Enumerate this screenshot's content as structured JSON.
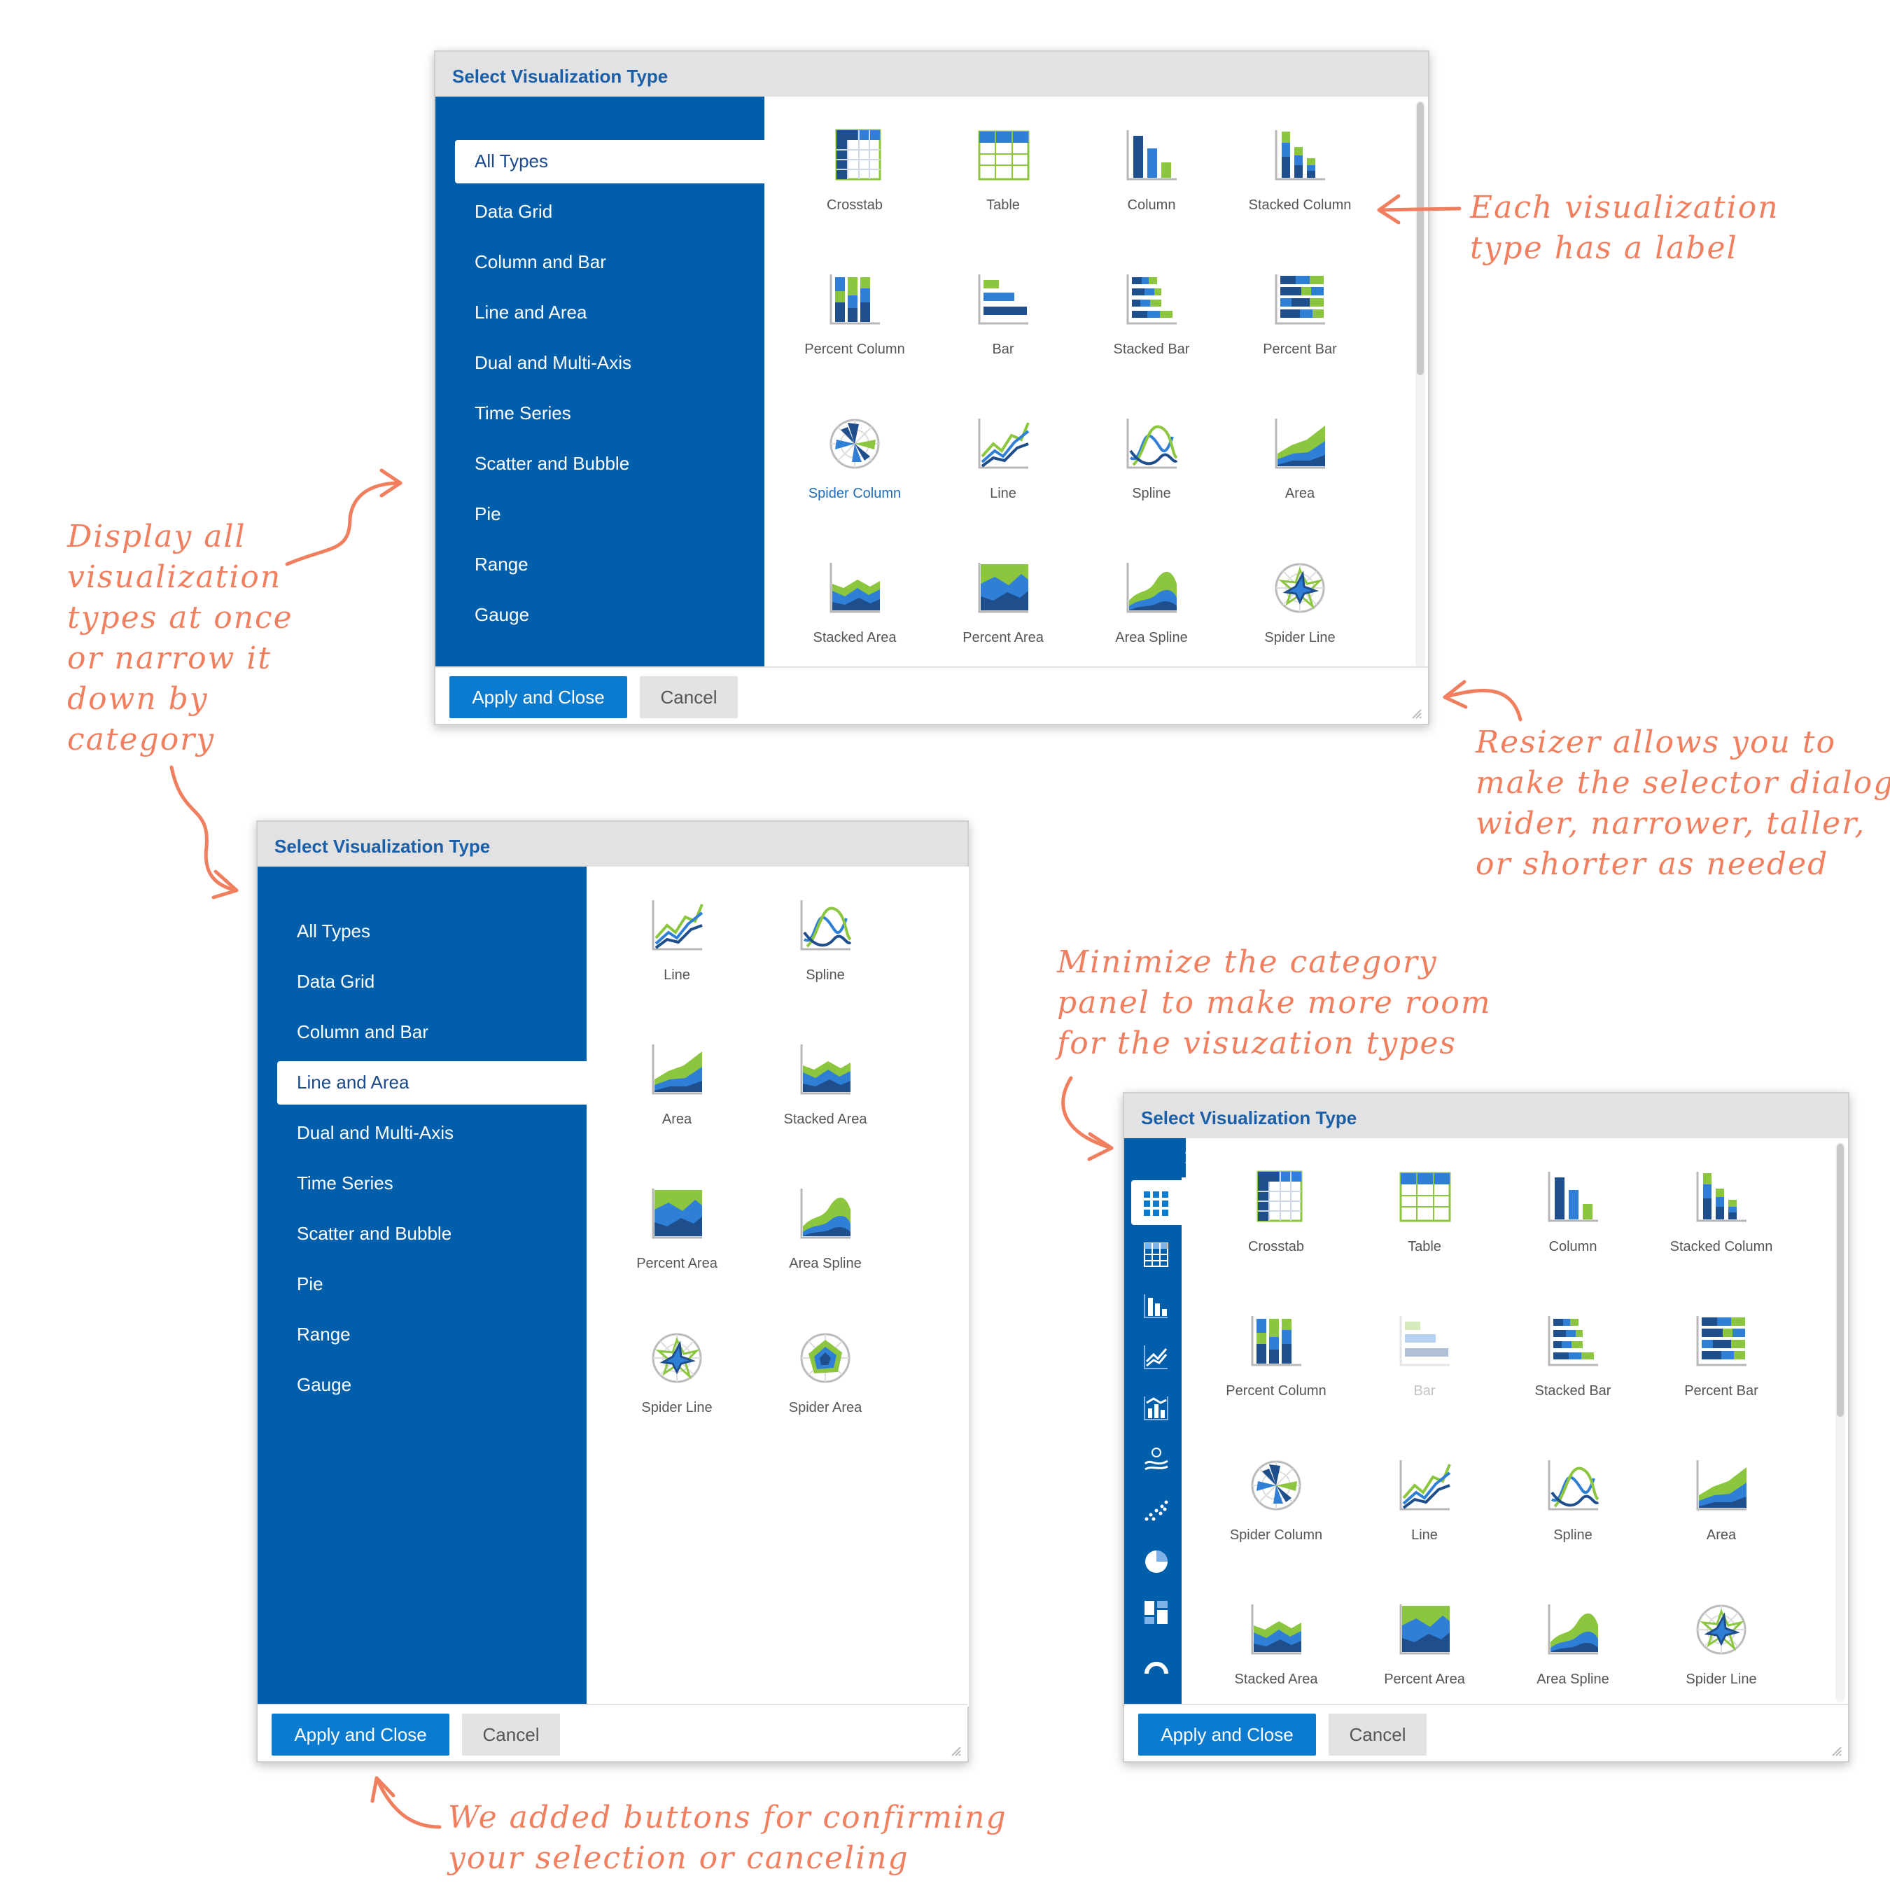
{
  "dialog_title": "Select Visualization Type",
  "buttons": {
    "apply": "Apply and Close",
    "cancel": "Cancel"
  },
  "categories": [
    "All Types",
    "Data Grid",
    "Column and Bar",
    "Line and Area",
    "Dual and Multi-Axis",
    "Time Series",
    "Scatter and Bubble",
    "Pie",
    "Range",
    "Gauge"
  ],
  "dialog1": {
    "selected_category": "All Types",
    "types": [
      {
        "label": "Crosstab",
        "icon": "crosstab-icon"
      },
      {
        "label": "Table",
        "icon": "table-icon"
      },
      {
        "label": "Column",
        "icon": "column-icon"
      },
      {
        "label": "Stacked Column",
        "icon": "stacked-column-icon"
      },
      {
        "label": "Percent Column",
        "icon": "percent-column-icon"
      },
      {
        "label": "Bar",
        "icon": "bar-icon"
      },
      {
        "label": "Stacked Bar",
        "icon": "stacked-bar-icon"
      },
      {
        "label": "Percent Bar",
        "icon": "percent-bar-icon"
      },
      {
        "label": "Spider Column",
        "icon": "spider-column-icon",
        "active": true
      },
      {
        "label": "Line",
        "icon": "line-icon"
      },
      {
        "label": "Spline",
        "icon": "spline-icon"
      },
      {
        "label": "Area",
        "icon": "area-icon"
      },
      {
        "label": "Stacked Area",
        "icon": "stacked-area-icon"
      },
      {
        "label": "Percent Area",
        "icon": "percent-area-icon"
      },
      {
        "label": "Area Spline",
        "icon": "area-spline-icon"
      },
      {
        "label": "Spider Line",
        "icon": "spider-line-icon"
      }
    ]
  },
  "dialog2": {
    "selected_category": "Line and Area",
    "types": [
      {
        "label": "Line",
        "icon": "line-icon"
      },
      {
        "label": "Spline",
        "icon": "spline-icon"
      },
      {
        "label": "Area",
        "icon": "area-icon"
      },
      {
        "label": "Stacked Area",
        "icon": "stacked-area-icon"
      },
      {
        "label": "Percent Area",
        "icon": "percent-area-icon"
      },
      {
        "label": "Area Spline",
        "icon": "area-spline-icon"
      },
      {
        "label": "Spider Line",
        "icon": "spider-line-icon"
      },
      {
        "label": "Spider Area",
        "icon": "spider-area-icon"
      }
    ]
  },
  "dialog3": {
    "category_icons": [
      "all-types-icon",
      "data-grid-icon",
      "column-bar-icon",
      "line-area-icon",
      "dual-axis-icon",
      "time-series-icon",
      "scatter-icon",
      "pie-icon",
      "range-icon",
      "gauge-icon"
    ],
    "types": [
      {
        "label": "Crosstab",
        "icon": "crosstab-icon"
      },
      {
        "label": "Table",
        "icon": "table-icon"
      },
      {
        "label": "Column",
        "icon": "column-icon"
      },
      {
        "label": "Stacked Column",
        "icon": "stacked-column-icon"
      },
      {
        "label": "Percent Column",
        "icon": "percent-column-icon"
      },
      {
        "label": "Bar",
        "icon": "bar-icon",
        "disabled": true
      },
      {
        "label": "Stacked Bar",
        "icon": "stacked-bar-icon"
      },
      {
        "label": "Percent Bar",
        "icon": "percent-bar-icon"
      },
      {
        "label": "Spider Column",
        "icon": "spider-column-icon"
      },
      {
        "label": "Line",
        "icon": "line-icon"
      },
      {
        "label": "Spline",
        "icon": "spline-icon"
      },
      {
        "label": "Area",
        "icon": "area-icon"
      },
      {
        "label": "Stacked Area",
        "icon": "stacked-area-icon"
      },
      {
        "label": "Percent Area",
        "icon": "percent-area-icon"
      },
      {
        "label": "Area Spline",
        "icon": "area-spline-icon"
      },
      {
        "label": "Spider Line",
        "icon": "spider-line-icon"
      }
    ]
  },
  "annotations": {
    "label": [
      "Each visualization",
      "type has a label"
    ],
    "category": [
      "Display all",
      "visualization",
      "types at once",
      "or narrow it",
      "down by",
      "category"
    ],
    "resizer": [
      "Resizer allows you to",
      "make the selector dialog",
      "wider, narrower, taller,",
      "or shorter as needed"
    ],
    "minimize": [
      "Minimize the category",
      "panel to make more room",
      "for the visuzation types"
    ],
    "buttons": [
      "We added buttons for confirming",
      "your selection or canceling"
    ]
  },
  "colors": {
    "panel_blue": "#005eaa",
    "navy": "#1f4e8c",
    "mid_blue": "#2f7fd6",
    "green": "#8cc63f",
    "apply_blue": "#0b7bd0",
    "annotation": "#f07f5f"
  }
}
